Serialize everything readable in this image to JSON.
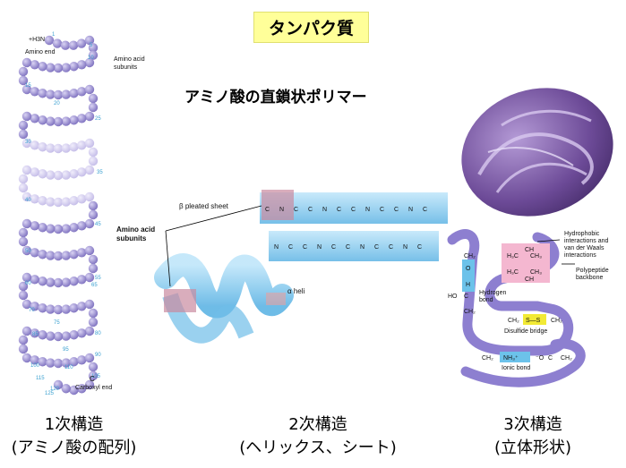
{
  "title": "タンパク質",
  "subtitle": "アミノ酸の直鎖状ポリマー",
  "primary": {
    "caption_line1": "1次構造",
    "caption_line2": "(アミノ酸の配列)",
    "amino_end": "Amino end",
    "amino_acid_subunits": "Amino acid\nsubunits",
    "carboxyl_end": "Carboxyl end",
    "n_terminus": "+H3N",
    "residue_numbers": [
      "1",
      "5",
      "10",
      "15",
      "20",
      "25",
      "30",
      "35",
      "40",
      "45",
      "50",
      "55",
      "60",
      "65",
      "70",
      "75",
      "80",
      "85",
      "90",
      "95",
      "100",
      "105",
      "110",
      "115",
      "120",
      "125"
    ]
  },
  "secondary": {
    "caption_line1": "2次構造",
    "caption_line2": "(ヘリックス、シート)",
    "beta_label": "β pleated sheet",
    "alpha_label": "α heli",
    "amino_acid_subunits": "Amino acid\nsubunits"
  },
  "tertiary": {
    "caption_line1": "3次構造",
    "caption_line2": "(立体形状)",
    "hydrophobic": "Hydrophobic\ninteractions and\nvan der Waals\ninteractions",
    "polypeptide_backbone": "Polypeptide\nbackbone",
    "hydrogen_bond": "Hydrogen\nbond",
    "disulfide_bridge": "Disulfide bridge",
    "ionic_bond": "Ionic bond"
  },
  "colors": {
    "title_bg": "#ffff99",
    "bead": "#9a8fd0",
    "bead_light": "#cfc8ec",
    "helix_blue": "#86c8ec",
    "protein_purple": "#7d5aa6",
    "backbone": "#8d7fd0"
  }
}
